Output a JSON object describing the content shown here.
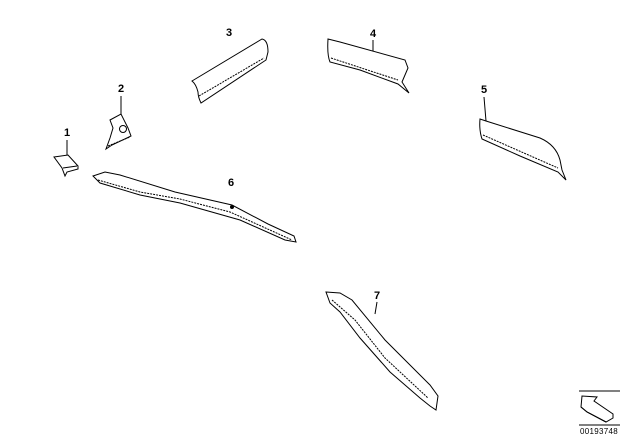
{
  "diagram": {
    "parts": [
      {
        "number": "1"
      },
      {
        "number": "2"
      },
      {
        "number": "3"
      },
      {
        "number": "4"
      },
      {
        "number": "5"
      },
      {
        "number": "6"
      },
      {
        "number": "7"
      }
    ],
    "diagram_code": "00193748",
    "colors": {
      "line": "#000000",
      "background": "#ffffff"
    }
  }
}
